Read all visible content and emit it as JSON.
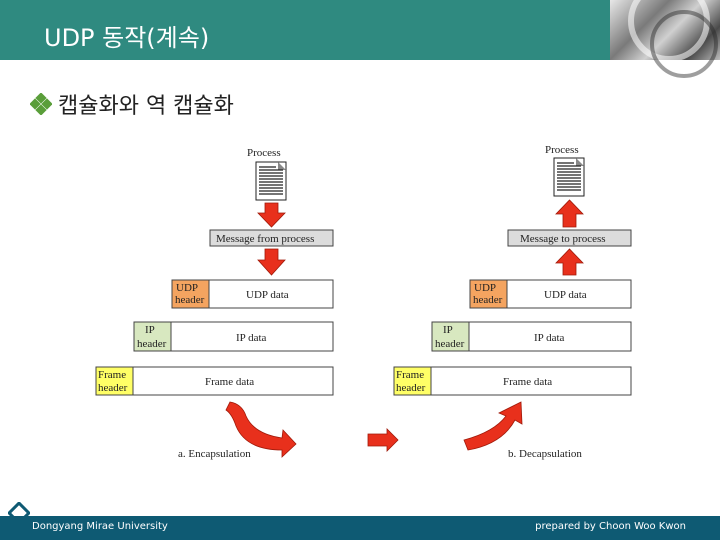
{
  "slide": {
    "title": "UDP 동작(계속)",
    "bullet": "캡슐화와 역 캡슐화",
    "accent_color": "#2f8a80",
    "footer_color": "#0e5a73"
  },
  "figure": {
    "left": {
      "process_label": "Process",
      "message_label": "Message from  process",
      "udp_header": [
        "UDP",
        "header"
      ],
      "udp_data": "UDP  data",
      "ip_header": [
        "IP",
        "header"
      ],
      "ip_data": "IP data",
      "frame_header": [
        "Frame",
        "header"
      ],
      "frame_data": "Frame data",
      "caption": "a. Encapsulation"
    },
    "right": {
      "process_label": "Process",
      "message_label": "Message to  process",
      "udp_header": [
        "UDP",
        "header"
      ],
      "udp_data": "UDP  data",
      "ip_header": [
        "IP",
        "header"
      ],
      "ip_data": "IP data",
      "frame_header": [
        "Frame",
        "header"
      ],
      "frame_data": "Frame data",
      "caption": "b. Decapsulation"
    },
    "colors": {
      "udp_header": "#f4a460",
      "ip_header": "#d8e8c0",
      "frame_header": "#ffff66",
      "message": "#dcdcdc",
      "arrow": "#e8301c"
    }
  },
  "footer": {
    "left": "Dongyang Mirae University",
    "right": "prepared by Choon Woo Kwon"
  }
}
